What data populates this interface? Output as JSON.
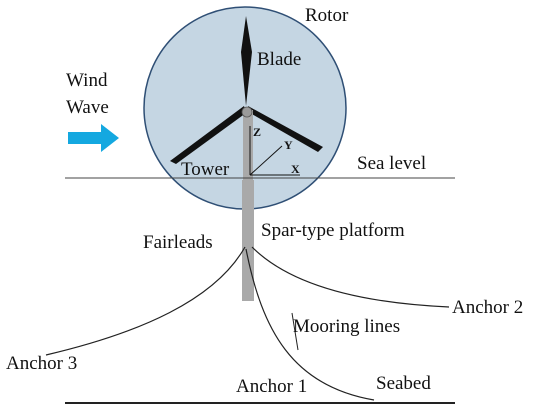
{
  "labels": {
    "rotor": "Rotor",
    "blade": "Blade",
    "wind": "Wind",
    "wave": "Wave",
    "tower": "Tower",
    "sea_level": "Sea level",
    "spar_platform": "Spar-type platform",
    "fairleads": "Fairleads",
    "anchor_1": "Anchor 1",
    "anchor_2": "Anchor 2",
    "anchor_3": "Anchor 3",
    "mooring_lines": "Mooring lines",
    "seabed": "Seabed"
  },
  "axes": {
    "z": "Z",
    "y": "Y",
    "x": "X"
  },
  "colors": {
    "rotor_fill": "#c5d6e3",
    "rotor_stroke": "#2f4f75",
    "blade": "#111111",
    "tower": "#a9a9a9",
    "arrow": "#14a8e0",
    "line": "#222222"
  }
}
